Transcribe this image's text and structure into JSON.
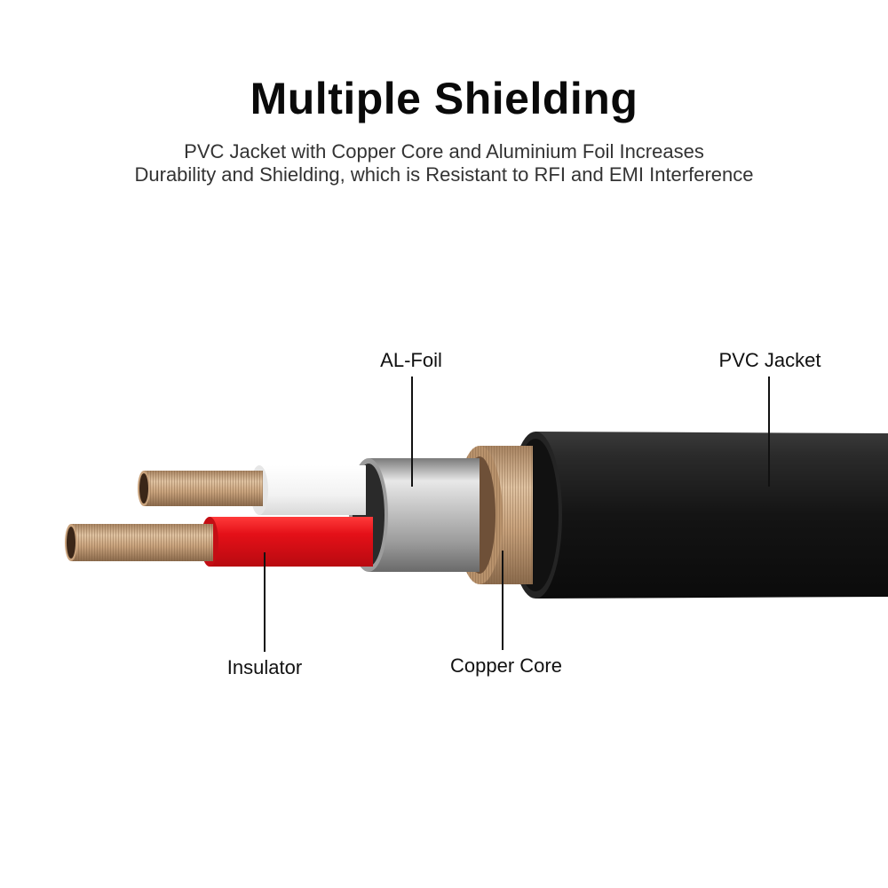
{
  "header": {
    "title": "Multiple Shielding",
    "subtitle_line1": "PVC Jacket with Copper Core and Aluminium Foil Increases",
    "subtitle_line2": "Durability and Shielding, which is Resistant to RFI and EMI Interference"
  },
  "callouts": {
    "al_foil": "AL-Foil",
    "pvc_jacket": "PVC Jacket",
    "insulator": "Insulator",
    "copper_core": "Copper Core"
  },
  "colors": {
    "jacket": "#1c1c1c",
    "copper": "#c9a27c",
    "foil": "#b8b8b8",
    "insulator_red": "#e0141c",
    "insulator_white": "#f4f4f4"
  }
}
